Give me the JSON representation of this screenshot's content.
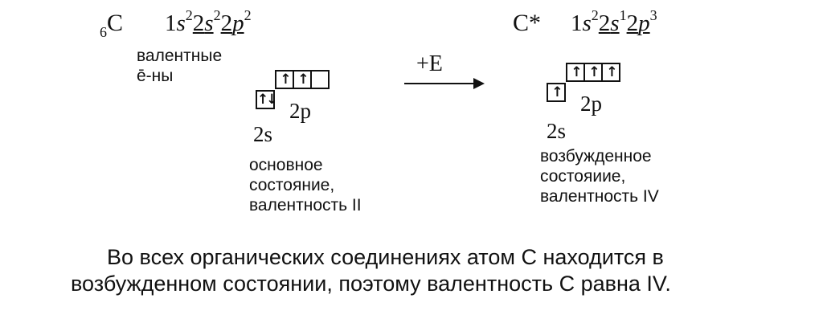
{
  "ground": {
    "subscript": "6",
    "element": "C",
    "config": [
      {
        "n": "1",
        "l": "s",
        "e": "2",
        "u": false
      },
      {
        "n": "2",
        "l": "s",
        "e": "2",
        "u": true
      },
      {
        "n": "2",
        "l": "p",
        "e": "2",
        "u": true
      }
    ],
    "valence_label_1": "валентные",
    "valence_label_2": "ē-ны",
    "s_box": [
      "↑↓"
    ],
    "p_boxes": [
      "↑",
      "↑",
      ""
    ],
    "s_label": "2s",
    "p_label": "2p",
    "state_1": "основное",
    "state_2": "состояние,",
    "state_3": "валентность II"
  },
  "reaction": {
    "label": "+E"
  },
  "excited": {
    "element": "C*",
    "config": [
      {
        "n": "1",
        "l": "s",
        "e": "2",
        "u": false
      },
      {
        "n": "2",
        "l": "s",
        "e": "1",
        "u": true
      },
      {
        "n": "2",
        "l": "p",
        "e": "3",
        "u": true
      }
    ],
    "s_box": [
      "↑"
    ],
    "p_boxes": [
      "↑",
      "↑",
      "↑"
    ],
    "s_label": "2s",
    "p_label": "2p",
    "state_1": "возбужденное",
    "state_2": "состояиие,",
    "state_3": "валентность IV"
  },
  "conclusion": {
    "line1": "Во всех органических соединениях атом С находится в",
    "line2": "возбужденном состоянии, поэтому валентность С равна IV."
  }
}
